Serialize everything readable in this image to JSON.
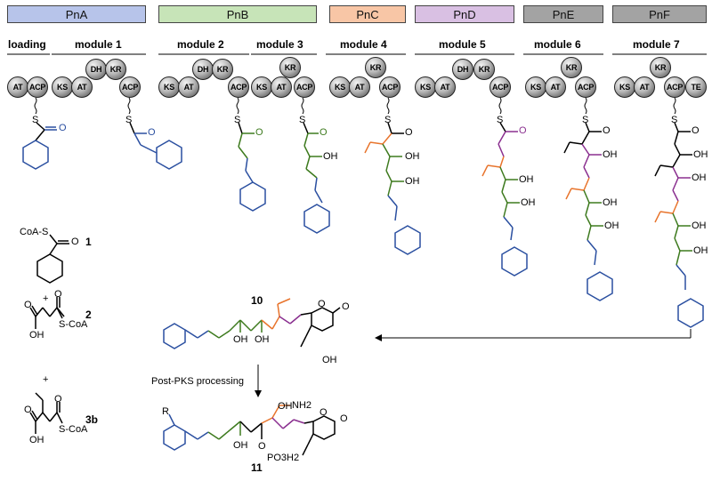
{
  "proteins": [
    {
      "name": "PnA",
      "color": "#b7c4ea"
    },
    {
      "name": "PnB",
      "color": "#c7e4b8"
    },
    {
      "name": "PnC",
      "color": "#f8c6a6"
    },
    {
      "name": "PnD",
      "color": "#d9c0e3"
    },
    {
      "name": "PnE",
      "color": "#a3a3a3"
    },
    {
      "name": "PnF",
      "color": "#a3a3a3"
    }
  ],
  "modules": [
    "loading",
    "module 1",
    "module 2",
    "module 3",
    "module 4",
    "module 5",
    "module 6",
    "module 7"
  ],
  "domains": [
    "AT",
    "ACP",
    "KS",
    "AT",
    "DH",
    "KR",
    "ACP",
    "KS",
    "AT",
    "DH",
    "KR",
    "ACP",
    "KS",
    "AT",
    "KR",
    "ACP",
    "KS",
    "AT",
    "KR",
    "ACP",
    "KS",
    "AT",
    "DH",
    "KR",
    "ACP",
    "KS",
    "AT",
    "KR",
    "ACP",
    "KS",
    "AT",
    "KR",
    "ACP",
    "TE"
  ],
  "atoms": {
    "S": "S",
    "O": "O",
    "OH": "OH",
    "NH2": "NH2",
    "R": "R",
    "PO3H2": "PO3H2",
    "O_ring": "O"
  },
  "reagents": {
    "r1_coa": "CoA-S",
    "r1_num": "1",
    "plus": "+",
    "r2_oh": "OH",
    "r2_scoa": "S-CoA",
    "r2_num": "2",
    "r3_oh": "OH",
    "r3_scoa": "S-CoA",
    "r3_num": "3b"
  },
  "products": {
    "p10_num": "10",
    "p11_num": "11",
    "arrow_label": "Post-PKS processing"
  },
  "colors": {
    "loading": "#2a4fa0",
    "extender": "#3d7a1e",
    "ethyl": "#e8742c",
    "kr_hydroxyl": "#8a2f8f",
    "bond": "#000000"
  }
}
